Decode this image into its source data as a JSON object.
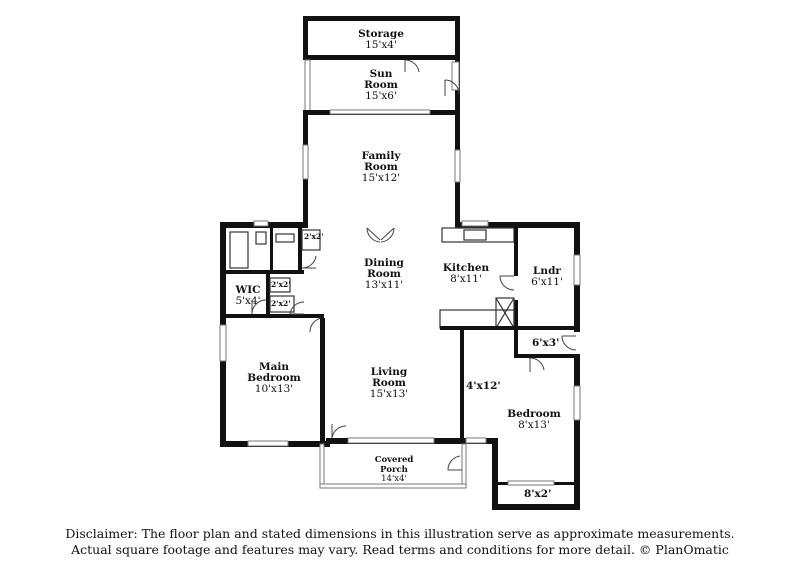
{
  "rooms": {
    "storage": {
      "name": "Storage",
      "dims": "15'x4'"
    },
    "sun_room": {
      "name_line1": "Sun",
      "name_line2": "Room",
      "dims": "15'x6'"
    },
    "family": {
      "name_line1": "Family",
      "name_line2": "Room",
      "dims": "15'x12'"
    },
    "dining": {
      "name_line1": "Dining",
      "name_line2": "Room",
      "dims": "13'x11'"
    },
    "kitchen": {
      "name": "Kitchen",
      "dims": "8'x11'"
    },
    "laundry": {
      "name": "Lndr",
      "dims": "6'x11'"
    },
    "wic": {
      "name": "WIC",
      "dims": "5'x4'"
    },
    "main_bed": {
      "name_line1": "Main",
      "name_line2": "Bedroom",
      "dims": "10'x13'"
    },
    "living": {
      "name_line1": "Living",
      "name_line2": "Room",
      "dims": "15'x13'"
    },
    "bedroom": {
      "name": "Bedroom",
      "dims": "8'x13'"
    },
    "porch": {
      "name_line1": "Covered",
      "name_line2": "Porch",
      "dims": "14'x4'"
    }
  },
  "small_labels": {
    "closet_bath": "2'x2'",
    "closet_wic1": "2'x2'",
    "closet_wic2": "2'x2'",
    "hall_6x3": "6'x3'",
    "hall_4x12": "4'x12'",
    "closet_8x2": "8'x2'"
  },
  "disclaimer": {
    "line1": "Disclaimer: The floor plan and stated dimensions in this illustration serve as approximate measurements.",
    "line2": "Actual square footage and features may vary. Read terms and conditions for more detail. © PlanOmatic"
  }
}
